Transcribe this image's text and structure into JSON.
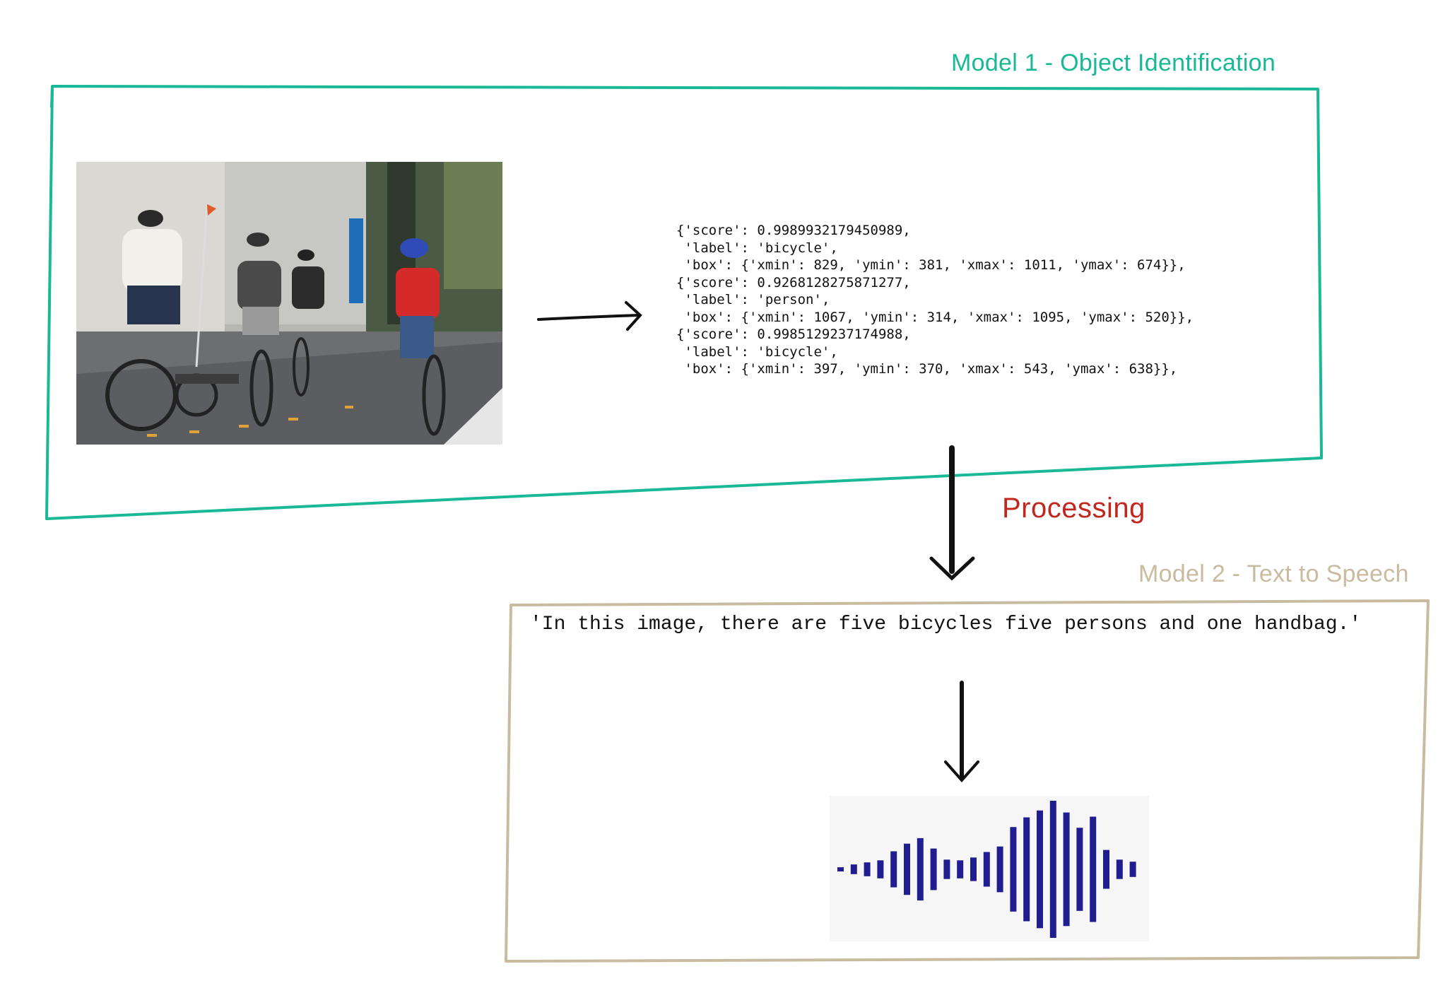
{
  "model1": {
    "title": "Model 1 - Object Identification",
    "color": "#19b896"
  },
  "model2": {
    "title": "Model 2 - Text to Speech",
    "color": "#c9bb9f"
  },
  "processing": {
    "label": "Processing",
    "color": "#c0281f"
  },
  "detections_text": [
    "{'score': 0.9989932179450989,",
    " 'label': 'bicycle',",
    " 'box': {'xmin': 829, 'ymin': 381, 'xmax': 1011, 'ymax': 674}},",
    "{'score': 0.9268128275871277,",
    " 'label': 'person',",
    " 'box': {'xmin': 1067, 'ymin': 314, 'xmax': 1095, 'ymax': 520}},",
    "{'score': 0.9985129237174988,",
    " 'label': 'bicycle',",
    " 'box': {'xmin': 397, 'ymin': 370, 'xmax': 543, 'ymax': 638}},"
  ],
  "caption": "'In this image, there are five bicycles five persons and one handbag.'",
  "input_image": {
    "description_icon": "cyclists-photo"
  },
  "waveform": {
    "color": "#1f1d8f",
    "amplitudes": [
      0.03,
      0.07,
      0.1,
      0.13,
      0.26,
      0.37,
      0.45,
      0.3,
      0.14,
      0.13,
      0.17,
      0.25,
      0.33,
      0.61,
      0.75,
      0.85,
      0.99,
      0.82,
      0.6,
      0.76,
      0.28,
      0.14,
      0.11
    ]
  }
}
